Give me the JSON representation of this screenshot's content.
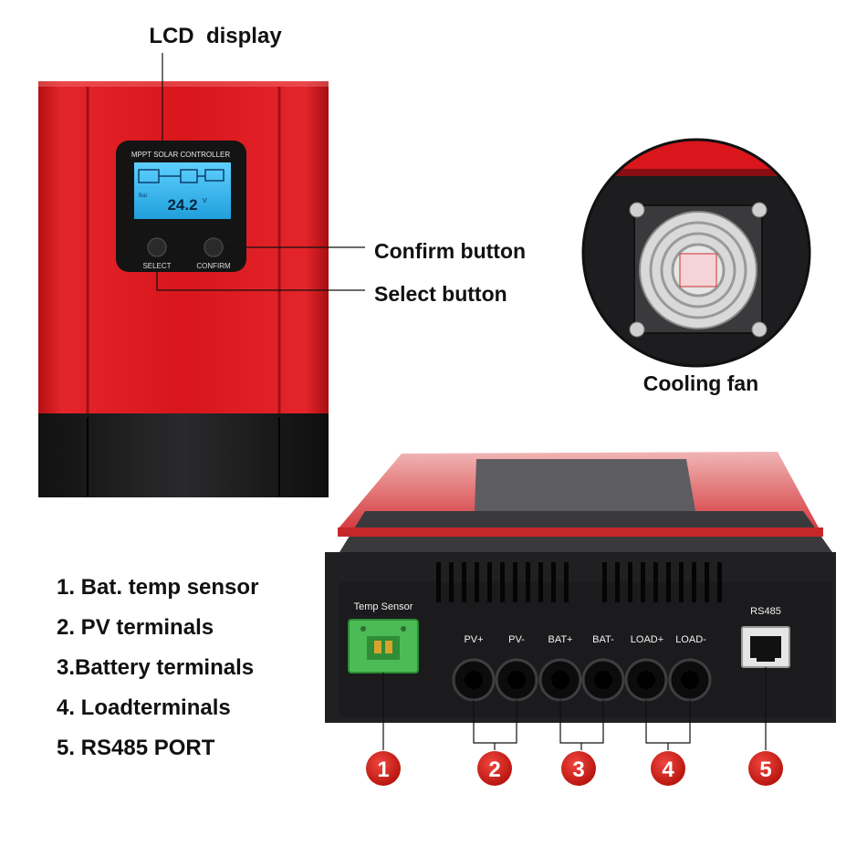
{
  "annotations": {
    "lcd_display": "LCD  display",
    "confirm_button": "Confirm button",
    "select_button": "Select button",
    "cooling_fan": "Cooling fan"
  },
  "device_front": {
    "panel_title": "MPPT SOLAR CONTROLLER",
    "lcd_reading": "24.2",
    "lcd_unit": "V",
    "lcd_bat_label": "Bat",
    "select_label": "SELECT",
    "confirm_label": "CONFIRM"
  },
  "device_rear": {
    "temp_sensor_label": "Temp Sensor",
    "terminal_labels": [
      "PV+",
      "PV-",
      "BAT+",
      "BAT-",
      "LOAD+",
      "LOAD-"
    ],
    "rs485_label": "RS485"
  },
  "legend": [
    "1. Bat. temp sensor",
    "2. PV terminals",
    "3.Battery terminals",
    "4. Loadterminals",
    "5. RS485 PORT"
  ],
  "badges": [
    "1",
    "2",
    "3",
    "4",
    "5"
  ],
  "colors": {
    "case_red": "#d8161c",
    "case_black": "#1b1b1d",
    "badge_red": "#d2231e",
    "lcd_blue": "#35b7ee",
    "connector_green": "#4cbb55"
  }
}
